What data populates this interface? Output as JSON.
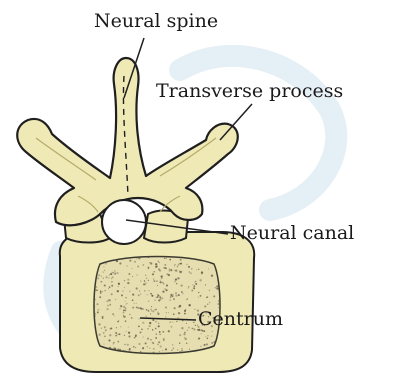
{
  "labels": {
    "neural_spine": "Neural spine",
    "transverse_process": "Transverse process",
    "neural_canal": "Neural canal",
    "centrum": "Centrum"
  },
  "colors": {
    "bone": "#efe9b6",
    "bone_shadow": "#d8cf90",
    "outline": "#1f1f1f",
    "centrum_fill": "#e6deb0",
    "stipple": "#5a5540",
    "watermark": "#cfe3ee"
  }
}
